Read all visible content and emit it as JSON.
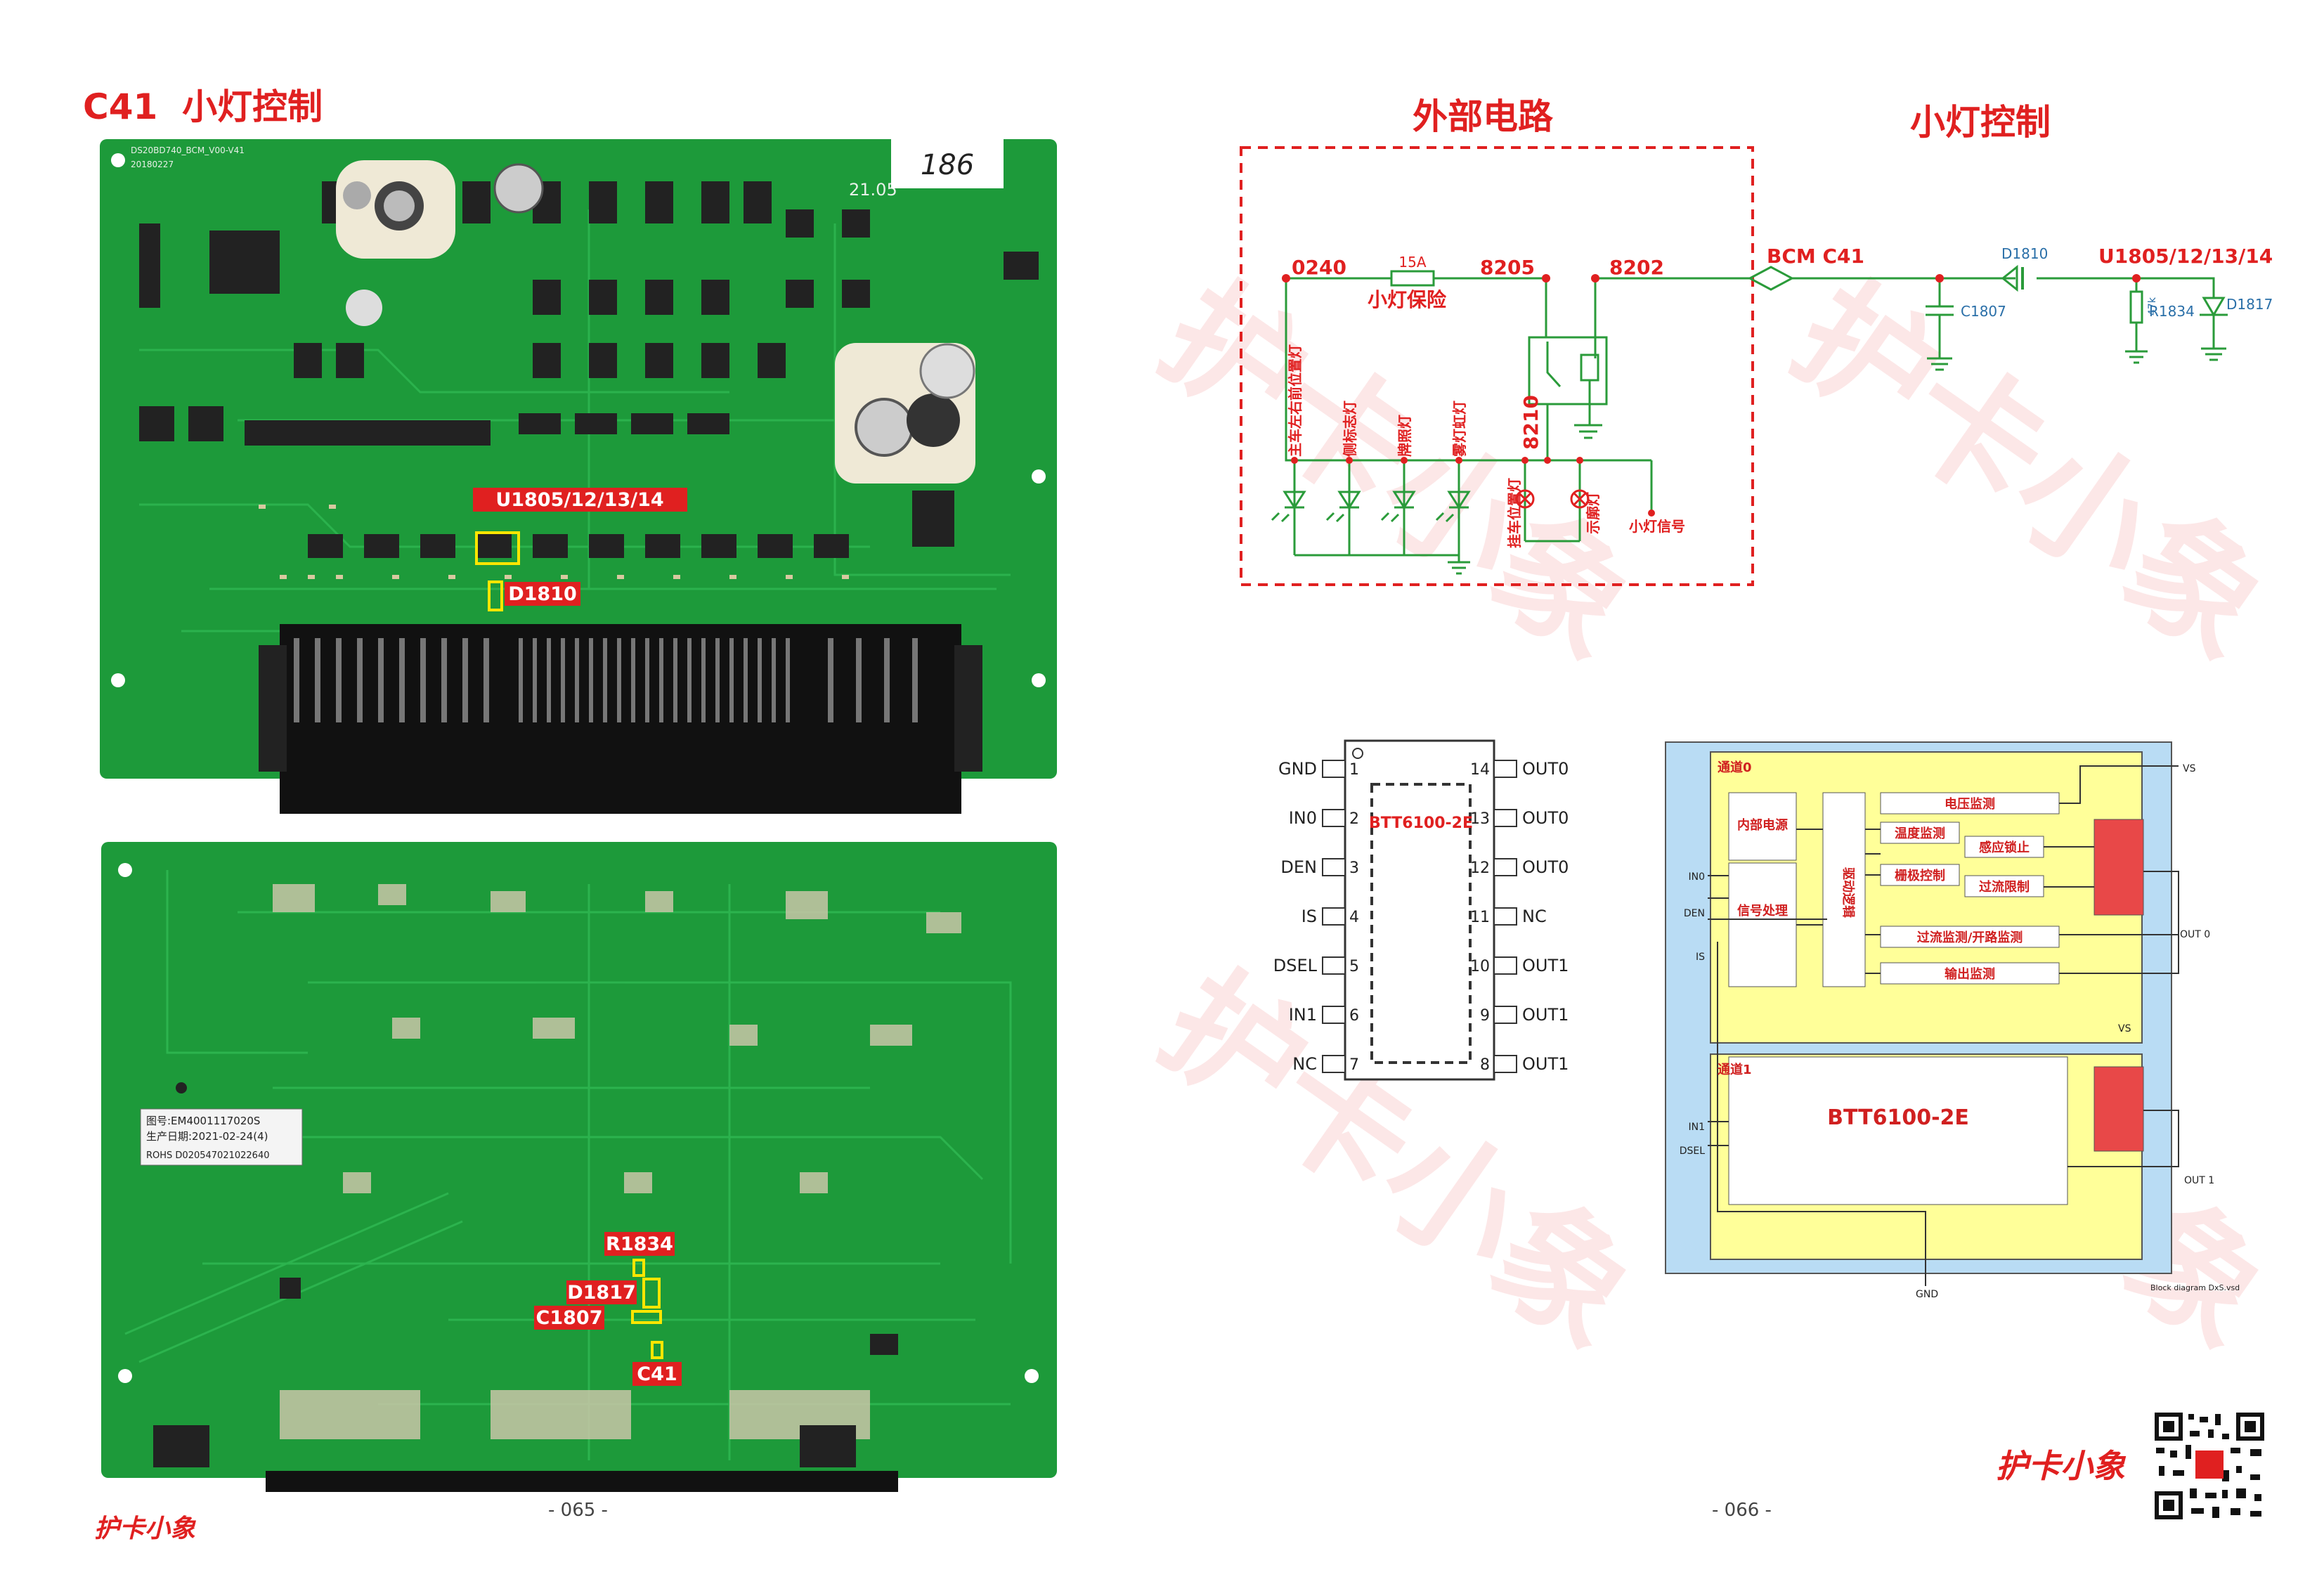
{
  "left_page": {
    "title_code": "C41",
    "title_text": "小灯控制",
    "page_number": "- 065 -",
    "brand": "护卡小象",
    "board_top": {
      "silk_model": "DS20BD740_BCM_V00-V41",
      "silk_date": "20180227",
      "silk_rev": "21.05",
      "handwriting": "186",
      "callout_u": "U1805/12/13/14",
      "callout_d": "D1810"
    },
    "board_bottom": {
      "label_line1": "图号:EM4001117020S",
      "label_line2": "生产日期:2021-02-24(4)",
      "label_line3": "ROHS D020547021022640",
      "callout_r": "R1834",
      "callout_d": "D1817",
      "callout_c": "C1807",
      "callout_conn": "C41"
    }
  },
  "right_page": {
    "title_external": "外部电路",
    "title_control": "小灯控制",
    "page_number": "- 066 -",
    "brand": "护卡小象",
    "circuit": {
      "node_0240": "0240",
      "fuse_rating": "15A",
      "fuse_name": "小灯保险",
      "node_8205": "8205",
      "node_8202": "8202",
      "node_8210": "8210",
      "bcm_label": "BCM C41",
      "u_label": "U1805/12/13/14",
      "d1810": "D1810",
      "c1807": "C1807",
      "r1834": "R1834",
      "r_value": "47k",
      "d1817": "D1817",
      "lamp1": "主车左右前位置灯",
      "lamp2": "侧标志灯",
      "lamp3": "牌照灯",
      "lamp4": "雾灯虹灯",
      "lamp5": "挂车位置灯",
      "lamp6": "示廓灯",
      "signal": "小灯信号"
    },
    "ic": {
      "name": "BTT6100-2E",
      "left_pins": [
        {
          "name": "GND",
          "num": "1"
        },
        {
          "name": "IN0",
          "num": "2"
        },
        {
          "name": "DEN",
          "num": "3"
        },
        {
          "name": "IS",
          "num": "4"
        },
        {
          "name": "DSEL",
          "num": "5"
        },
        {
          "name": "IN1",
          "num": "6"
        },
        {
          "name": "NC",
          "num": "7"
        }
      ],
      "right_pins": [
        {
          "name": "OUT0",
          "num": "14"
        },
        {
          "name": "OUT0",
          "num": "13"
        },
        {
          "name": "OUT0",
          "num": "12"
        },
        {
          "name": "NC",
          "num": "11"
        },
        {
          "name": "OUT1",
          "num": "10"
        },
        {
          "name": "OUT1",
          "num": "9"
        },
        {
          "name": "OUT1",
          "num": "8"
        }
      ]
    },
    "block": {
      "ch0": "通道0",
      "ch1": "通道1",
      "internal_power": "内部电源",
      "signal_proc": "信号处理",
      "drive_logic": "驱动逻辑",
      "voltage_mon": "电压监测",
      "temp_mon": "温度监测",
      "induct_lock": "感应锁止",
      "gate_ctrl": "栅极控制",
      "current_limit": "过流限制",
      "oc_open_mon": "过流监测/开路监测",
      "output_mon": "输出监测",
      "ch1_name": "BTT6100-2E",
      "pin_in0": "IN0",
      "pin_den": "DEN",
      "pin_is": "IS",
      "pin_in1": "IN1",
      "pin_dsel": "DSEL",
      "pin_vs": "VS",
      "pin_vs2": "VS",
      "pin_out0": "OUT 0",
      "pin_out1": "OUT 1",
      "pin_gnd": "GND",
      "caption": "Block diagram DxS.vsd"
    }
  },
  "watermark": "护卡小象",
  "colors": {
    "red": "#e02020",
    "pcb_green": "#1d9a3a",
    "pcb_dark": "#146b28",
    "yellow_block": "#ffff99",
    "blue_block": "#b9dcf4",
    "schematic_green": "#2a9b3a"
  }
}
